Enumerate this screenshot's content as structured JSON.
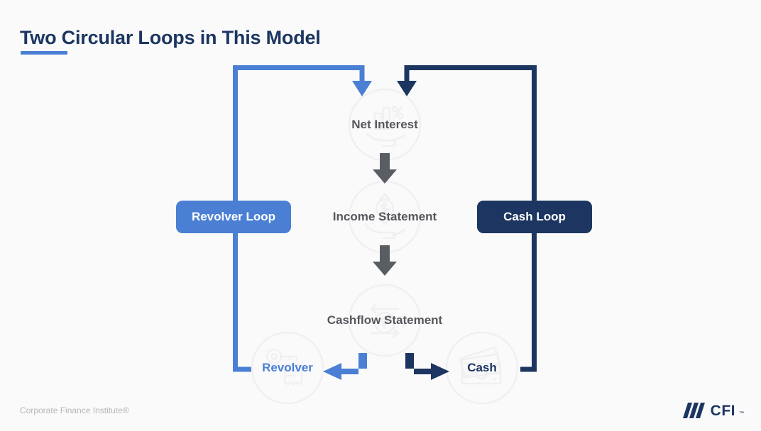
{
  "slide": {
    "title": "Two Circular Loops in This Model",
    "background_color": "#fafafa"
  },
  "colors": {
    "blue": "#4a7fd4",
    "navy": "#1c3661",
    "gray_text": "#55575c",
    "gray_arrow": "#5a5d63",
    "watermark": "#f0f0f2",
    "footer_gray": "#b5b6ba"
  },
  "loops": [
    {
      "name": "revolver-loop",
      "label": "Revolver Loop",
      "color": "#4a7fd4",
      "side": "left"
    },
    {
      "name": "cash-loop",
      "label": "Cash Loop",
      "color": "#1c3661",
      "side": "right"
    }
  ],
  "flow": {
    "nodes": [
      {
        "name": "net-interest",
        "label": "Net Interest",
        "icon": "hand-holding-chart-percent-icon"
      },
      {
        "name": "income-statement",
        "label": "Income Statement",
        "icon": "hand-holding-money-icon"
      },
      {
        "name": "cashflow-statement",
        "label": "Cashflow Statement",
        "icon": "cashflow-circular-arrows-icon"
      }
    ],
    "leaves": [
      {
        "name": "revolver",
        "label": "Revolver",
        "icon": "key-document-icon",
        "color": "#4a7fd4"
      },
      {
        "name": "cash",
        "label": "Cash",
        "icon": "banknotes-icon",
        "color": "#1c3661"
      }
    ],
    "connector_arrows": [
      {
        "name": "arrow-net-interest-to-income",
        "direction": "down",
        "color": "#5a5d63"
      },
      {
        "name": "arrow-income-to-cashflow",
        "direction": "down",
        "color": "#5a5d63"
      }
    ],
    "elbow_arrows": [
      {
        "name": "arrow-cashflow-to-revolver",
        "direction": "left",
        "color": "#4a7fd4"
      },
      {
        "name": "arrow-cashflow-to-cash",
        "direction": "right",
        "color": "#1c3661"
      }
    ]
  },
  "footer": {
    "copyright": "Corporate Finance Institute®",
    "logo_text": "CFI",
    "logo_tm": "™"
  }
}
